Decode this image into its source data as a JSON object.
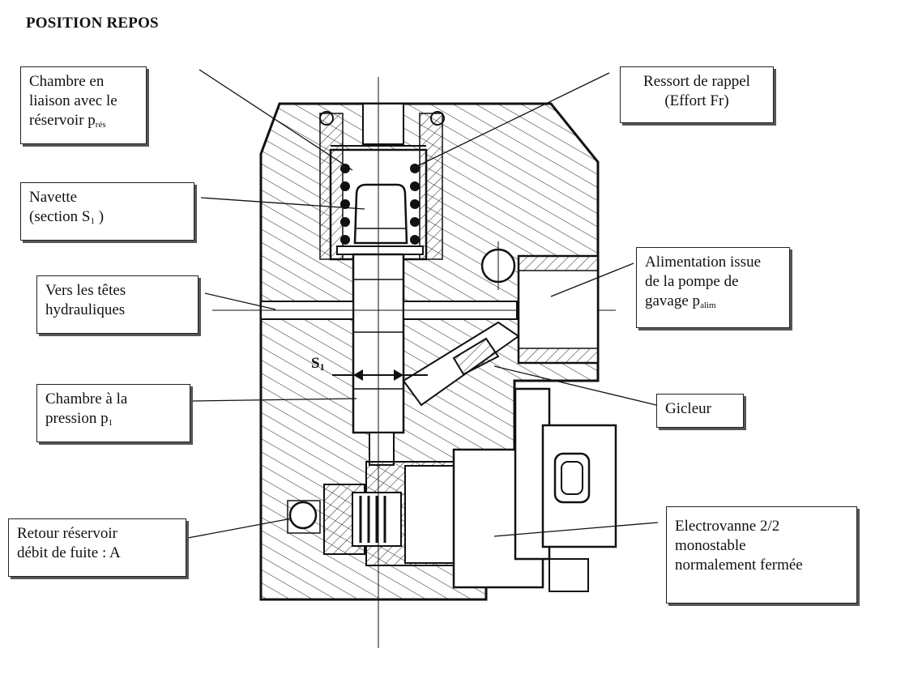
{
  "title": "POSITION REPOS",
  "labels": {
    "chambre_liaison": {
      "l1": "Chambre en",
      "l2": "liaison avec le",
      "l3": "réservoir p",
      "l3_sub": "rés"
    },
    "ressort": {
      "l1": "Ressort de rappel",
      "l2": "(Effort Fr)"
    },
    "navette": {
      "l1": "Navette",
      "l2a": "(section S",
      "l2_sub": "1",
      "l2b": " )"
    },
    "vers_tetes": {
      "l1": "Vers les têtes",
      "l2": "hydrauliques"
    },
    "alimentation": {
      "l1": "Alimentation issue",
      "l2": "de la pompe de",
      "l3": "gavage p",
      "l3_sub": "alim"
    },
    "chambre_pression": {
      "l1": "Chambre à la",
      "l2": "pression p",
      "l2_sub": "1"
    },
    "gicleur": {
      "l1": "Gicleur"
    },
    "retour": {
      "l1": "Retour réservoir",
      "l2": "débit de fuite : A"
    },
    "electrovanne": {
      "l1": "Electrovanne 2/2",
      "l2": "monostable",
      "l3": "normalement fermée"
    }
  },
  "s1": {
    "main": "S",
    "sub": "1"
  }
}
